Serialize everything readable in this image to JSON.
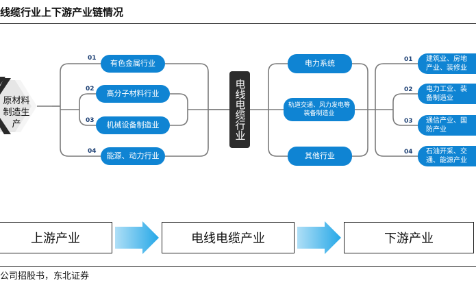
{
  "title": "线缆行业上下游产业链情况",
  "left_source": {
    "label": "原材料\n制造生产"
  },
  "upstream": [
    {
      "num": "01",
      "label": "有色金属行业"
    },
    {
      "num": "02",
      "label": "高分子材料行业"
    },
    {
      "num": "03",
      "label": "机械设备制造业"
    },
    {
      "num": "04",
      "label": "能源、动力行业"
    }
  ],
  "center": {
    "label": "电线电缆行业"
  },
  "mid": [
    {
      "label": "电力系统"
    },
    {
      "label": "轨道交通、风力发电等装备制造业"
    },
    {
      "label": "其他行业"
    }
  ],
  "downstream": [
    {
      "num": "01",
      "label": "建筑业、房地产业、装修业"
    },
    {
      "num": "02",
      "label": "电力工业、装备制造业"
    },
    {
      "num": "03",
      "label": "通信产业、国防产业"
    },
    {
      "num": "04",
      "label": "石油开采、交通、能源产业"
    }
  ],
  "stages": [
    "上游产业",
    "电线电缆产业",
    "下游产业"
  ],
  "source": "公司招股书，东北证券",
  "colors": {
    "accent": "#0f84d3",
    "dark": "#2c2c2c",
    "line": "#7a7a7a"
  }
}
